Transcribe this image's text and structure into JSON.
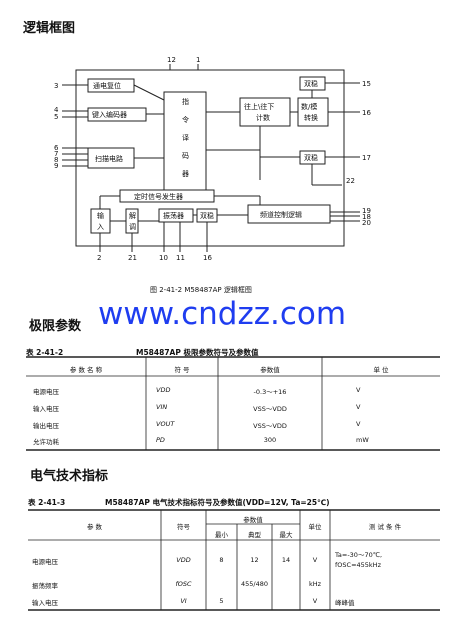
{
  "section1_title": "逻辑框图",
  "diagram": {
    "pins_top": [
      "12",
      "1"
    ],
    "pins_left": [
      "3",
      "4",
      "5",
      "6",
      "7",
      "8",
      "9"
    ],
    "pins_right": [
      "15",
      "16",
      "17",
      "22",
      "19",
      "18",
      "20"
    ],
    "pins_bottom": [
      "2",
      "21",
      "10",
      "11",
      "16"
    ],
    "blocks": {
      "reset": "通电复位",
      "keyin_decoder": "键入编码器",
      "scan": "扫描电路",
      "instr_decoder": [
        "指",
        "令",
        "译",
        "码",
        "器"
      ],
      "counter": [
        "往上\\往下",
        "计数"
      ],
      "da": [
        "数/模",
        "转换"
      ],
      "stab1": "双稳",
      "stab2": "双稳",
      "timing": "定时信号发生器",
      "input": [
        "输",
        "入"
      ],
      "demod": [
        "解",
        "调"
      ],
      "osc": "振荡器",
      "stab3": "双稳",
      "freq_logic": "频道控制逻辑"
    },
    "caption": "图 2-41-2   M58487AP 逻辑框图"
  },
  "watermark": "www.cndzz.com",
  "section2_title": "极限参数",
  "table1": {
    "title_no": "表 2-41-2",
    "title": "M58487AP 极限参数符号及参数值",
    "headers": [
      "参 数 名 称",
      "符  号",
      "参数值",
      "单  位"
    ],
    "rows": [
      [
        "电源电压",
        "VDD",
        "-0.3～+16",
        "V"
      ],
      [
        "输入电压",
        "VIN",
        "VSS～VDD",
        "V"
      ],
      [
        "输出电压",
        "VOUT",
        "VSS～VDD",
        "V"
      ],
      [
        "允许功耗",
        "PD",
        "300",
        "mW"
      ]
    ]
  },
  "section3_title": "电气技术指标",
  "table2": {
    "title_no": "表 2-41-3",
    "title": "M58487AP 电气技术指标符号及参数值(VDD=12V, Ta=25℃)",
    "headers": [
      "参    数",
      "符号",
      "参数值",
      "单位",
      "测 试 条 件"
    ],
    "subheaders": [
      "最小",
      "典型",
      "最大"
    ],
    "rows": [
      [
        "电源电压",
        "VDD",
        "8",
        "12",
        "14",
        "V",
        "Ta=-30～70℃,",
        "fOSC=455kHz"
      ],
      [
        "振荡频率",
        "fOSC",
        "",
        "455/480",
        "",
        "kHz",
        "",
        ""
      ],
      [
        "输入电压",
        "VI",
        "5",
        "",
        "",
        "V",
        "峰峰值",
        ""
      ]
    ]
  }
}
